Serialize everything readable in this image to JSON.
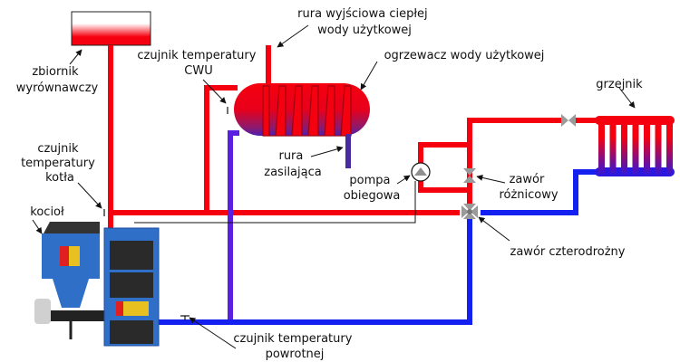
{
  "colors": {
    "hot": "#f5000f",
    "cold": "#1420f0",
    "mixed": "#5a1fd0",
    "valve": "#9a9a9a",
    "boiler_blue": "#2f6fc8",
    "boiler_dark": "#2a2a2a",
    "text": "#111111"
  },
  "labels": {
    "expansion_tank": [
      "zbiornik",
      "wyrównawczy"
    ],
    "dhw_sensor": [
      "czujnik temperatury",
      "CWU"
    ],
    "hot_outlet": [
      "rura wyjściowa ciepłej",
      "wody użytkowej"
    ],
    "water_heater": [
      "ogrzewacz wody użytkowej"
    ],
    "supply_pipe": [
      "rura",
      "zasilająca"
    ],
    "radiator": [
      "grzejnik"
    ],
    "boiler_sensor": [
      "czujnik",
      "temperatury",
      "kotła"
    ],
    "boiler": [
      "kocioł"
    ],
    "pump": [
      "pompa",
      "obiegowa"
    ],
    "differential_valve": [
      "zawór",
      "różnicowy"
    ],
    "four_way_valve": [
      "zawór czterodrożny"
    ],
    "return_sensor": [
      "czujnik temperatury",
      "powrotnej"
    ]
  }
}
